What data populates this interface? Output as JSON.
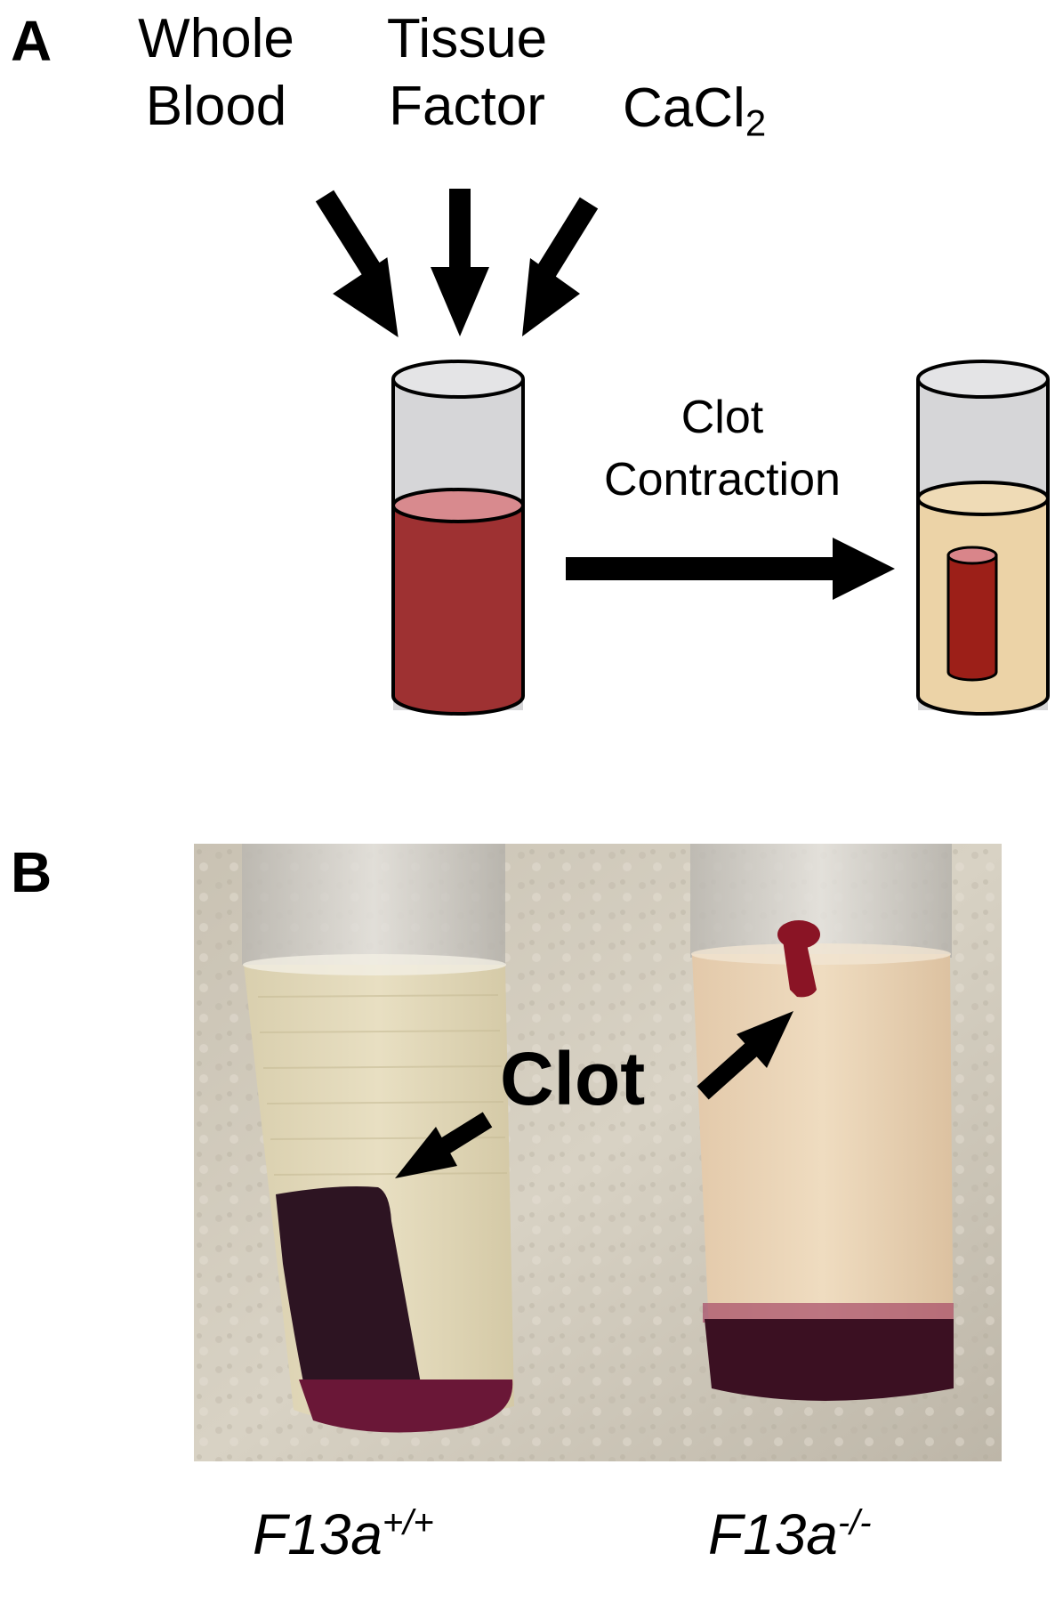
{
  "panel_a": {
    "letter": "A",
    "reagents": [
      {
        "line1": "Whole",
        "line2": "Blood"
      },
      {
        "line1": "Tissue",
        "line2": "Factor"
      },
      {
        "main": "CaCl",
        "sub": "2"
      }
    ],
    "step_label": {
      "line1": "Clot",
      "line2": "Contraction"
    },
    "colors": {
      "blood": "#9e3132",
      "serum": "#ecd3a7",
      "clot": "#9c1f18",
      "glass": "#d6d6d8"
    }
  },
  "panel_b": {
    "letter": "B",
    "photo_label": "Clot",
    "genotypes": [
      {
        "base": "F13a",
        "sup": "+/+"
      },
      {
        "base": "F13a",
        "sup": "-/-"
      }
    ]
  }
}
